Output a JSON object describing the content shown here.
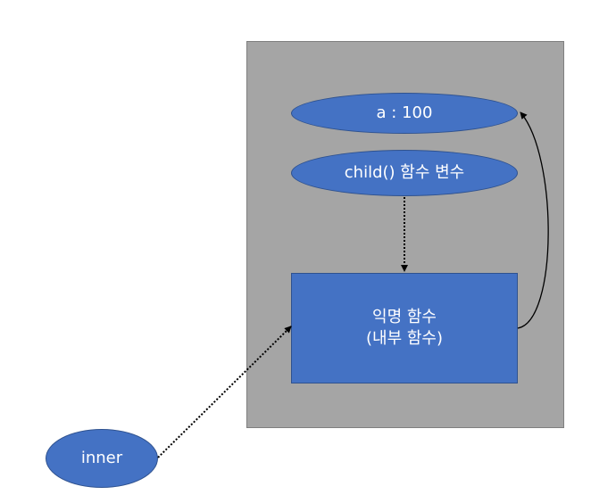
{
  "colors": {
    "scope_fill": "#a5a5a5",
    "shape_fill": "#4472c4",
    "shape_border": "#2f528f",
    "text": "#ffffff",
    "arrow": "#000000"
  },
  "diagram": {
    "variable_a": "a : 100",
    "child_variable": "child() 함수 변수",
    "anonymous_function": {
      "line1": "익명 함수",
      "line2": "(내부 함수)"
    },
    "inner_variable": "inner"
  },
  "connectors": [
    {
      "from": "child_variable",
      "to": "anonymous_function",
      "style": "dotted"
    },
    {
      "from": "inner_variable",
      "to": "anonymous_function",
      "style": "dotted"
    },
    {
      "from": "anonymous_function",
      "to": "variable_a",
      "style": "solid-curved"
    }
  ]
}
